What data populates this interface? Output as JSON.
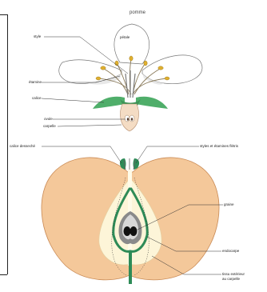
{
  "title": "pomme",
  "labels": {
    "style": "style",
    "petale": "pétale",
    "etamine": "étamine",
    "calice": "calice",
    "ovule": "ovule",
    "carpelle": "carpelle",
    "calice_desseche": "calice desseché",
    "style_etamine_fletries": "styles et étamines flétris",
    "graine": "graine",
    "endocarpe": "endocarpe",
    "tissu_exterieur": "tissu extérieur",
    "tissu_exterieur_2": "au carpelle"
  },
  "colors": {
    "apple_flesh": "#f4c89a",
    "apple_outline": "#c98a55",
    "core": "#fdf5d8",
    "endocarp": "#2e8b57",
    "seed": "#111111",
    "petal_shadow": "#dddddd",
    "sepal": "#4fae6a"
  }
}
